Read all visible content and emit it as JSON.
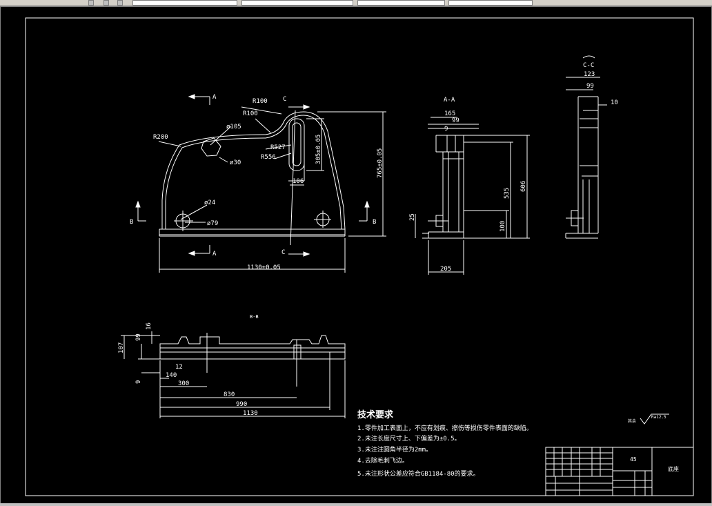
{
  "views": {
    "front": {
      "section_a": "A",
      "section_b": "B",
      "section_c": "C"
    },
    "aa": {
      "title": "A-A"
    },
    "cc": {
      "title": "C-C"
    },
    "bb": {
      "title": "B-B"
    }
  },
  "dims": {
    "r100a": "R100",
    "r100b": "R100",
    "r200": "R200",
    "d105": "ø105",
    "d30": "ø30",
    "r527": "R527",
    "r556": "R556",
    "d24": "ø24",
    "d79": "ø79",
    "w106": "106",
    "h305": "305±0.05",
    "h765": "765±0.05",
    "w1130": "1130±0.05",
    "aa165": "165",
    "aa99": "99",
    "aa9": "9",
    "aa535": "535",
    "aa606": "606",
    "aa25": "25",
    "aa100": "100",
    "aa205": "205",
    "cc123": "123",
    "cc99": "99",
    "cc10": "10",
    "bb16": "16",
    "bb107": "107",
    "bb99": "99",
    "bb12": "12",
    "bb140": "140",
    "bb9": "9",
    "bb300": "300",
    "bb830": "830",
    "bb990": "990",
    "bb1130": "1130"
  },
  "notes": {
    "title": "技术要求",
    "items": [
      "1.零件加工表面上，不应有划痕、擦伤等损伤零件表面的缺陷。",
      "2.未注长度尺寸上、下偏差为±0.5。",
      "3.未注注圆角半径为2mm。",
      "4.去除毛刺飞边。",
      "5.未注形状公差应符合GB1184-80的要求。"
    ]
  },
  "roughness": {
    "label": "其余",
    "value": "Ra12.5"
  },
  "title_block": {
    "material": "45",
    "name": "底座"
  }
}
